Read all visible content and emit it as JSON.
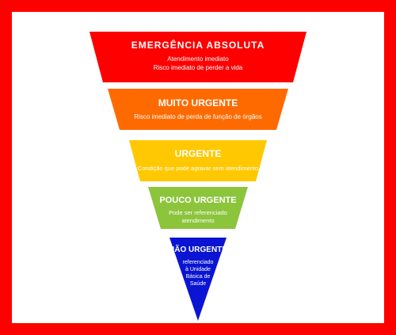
{
  "levels": [
    {
      "title": "EMERGÊNCIA ABSOLUTA",
      "lines": [
        "Atendimento imediato",
        "Risco imediato de perder a vida"
      ],
      "color": "#ff0000"
    },
    {
      "title": "MUITO URGENTE",
      "lines": [
        "Risco imediato de perda de função de órgãos"
      ],
      "color": "#ff6a00"
    },
    {
      "title": "URGENTE",
      "lines": [
        "Condição que pode agravar sem atendimento"
      ],
      "color": "#ffc800"
    },
    {
      "title": "POUCO URGENTE",
      "lines": [
        "Pode ser referenciado",
        "atendimento"
      ],
      "color": "#8cc43c"
    },
    {
      "title": "NÃO URGENTE",
      "lines": [
        "referenciado",
        "à Unidade",
        "Básica de",
        "Saúde"
      ],
      "color": "#0a14d2"
    }
  ],
  "colors": {
    "frame": "#ff0000",
    "background": "#ffffff"
  }
}
